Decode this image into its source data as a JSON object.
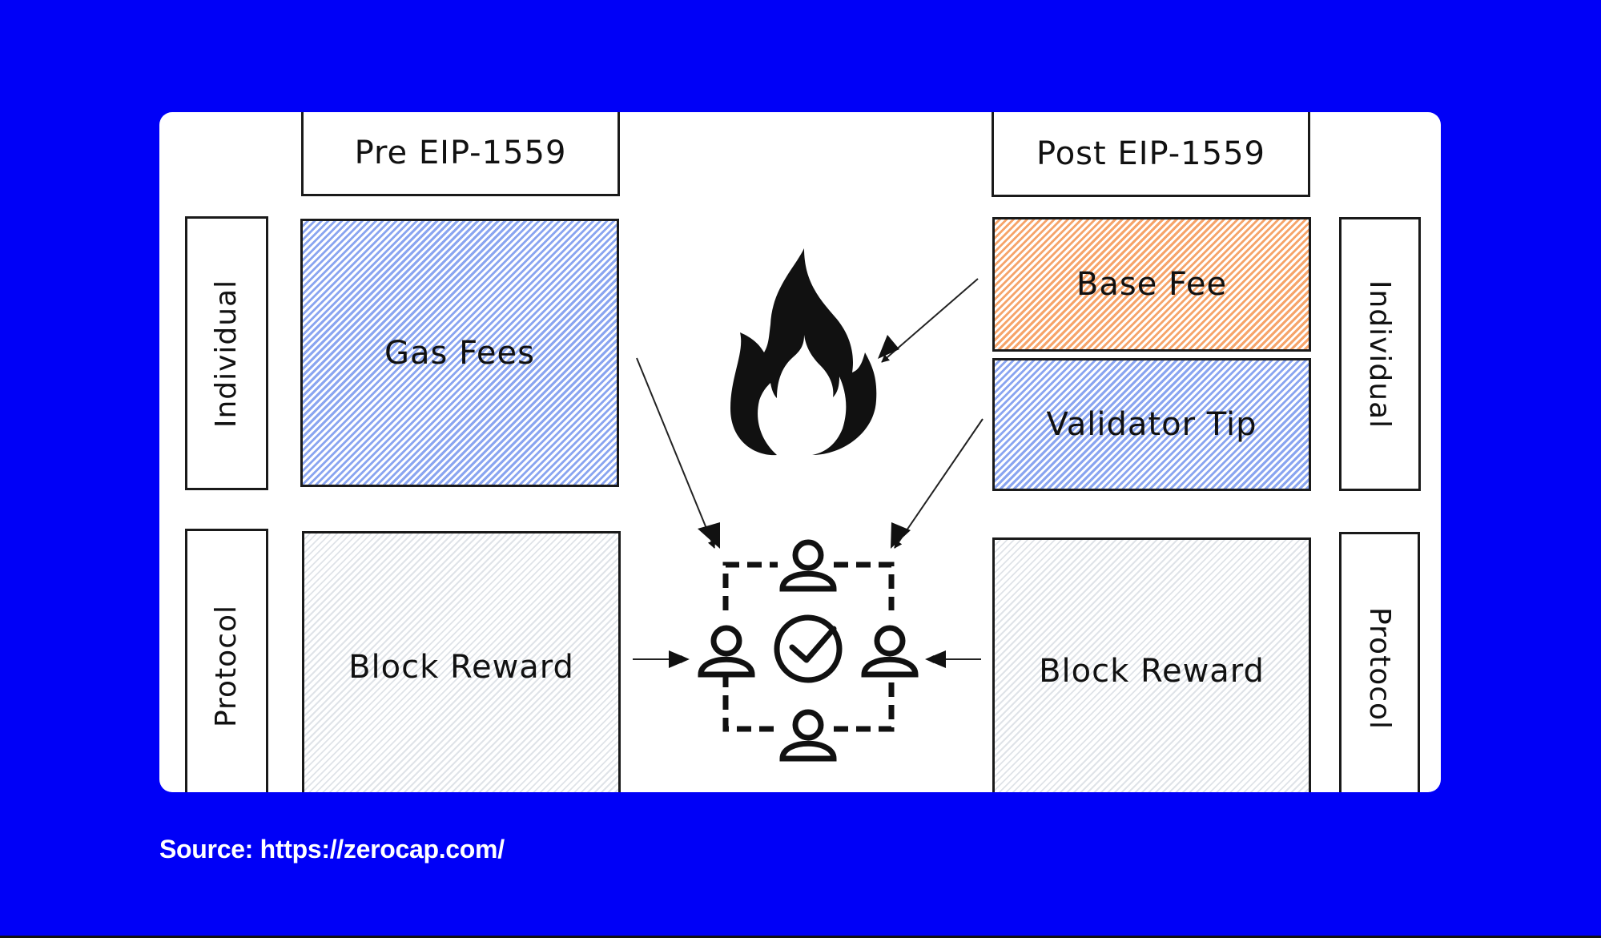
{
  "diagram": {
    "pre": {
      "title": "Pre EIP-1559",
      "individual_label": "Individual",
      "protocol_label": "Protocol",
      "individual_box": "Gas Fees",
      "protocol_box": "Block Reward"
    },
    "post": {
      "title": "Post EIP-1559",
      "individual_label": "Individual",
      "protocol_label": "Protocol",
      "burned_box": "Base Fee",
      "tip_box": "Validator Tip",
      "protocol_box": "Block Reward"
    },
    "icons": {
      "burn": "flame-icon",
      "validators": "validator-network-icon",
      "consensus": "check-circle-icon"
    },
    "colors": {
      "background": "#0000f7",
      "blue_hatch": "#8aa5f0",
      "orange_hatch": "#f6a46a",
      "grey_hatch": "#dfe3e8"
    }
  },
  "footer": {
    "source": "Source: https://zerocap.com/"
  }
}
